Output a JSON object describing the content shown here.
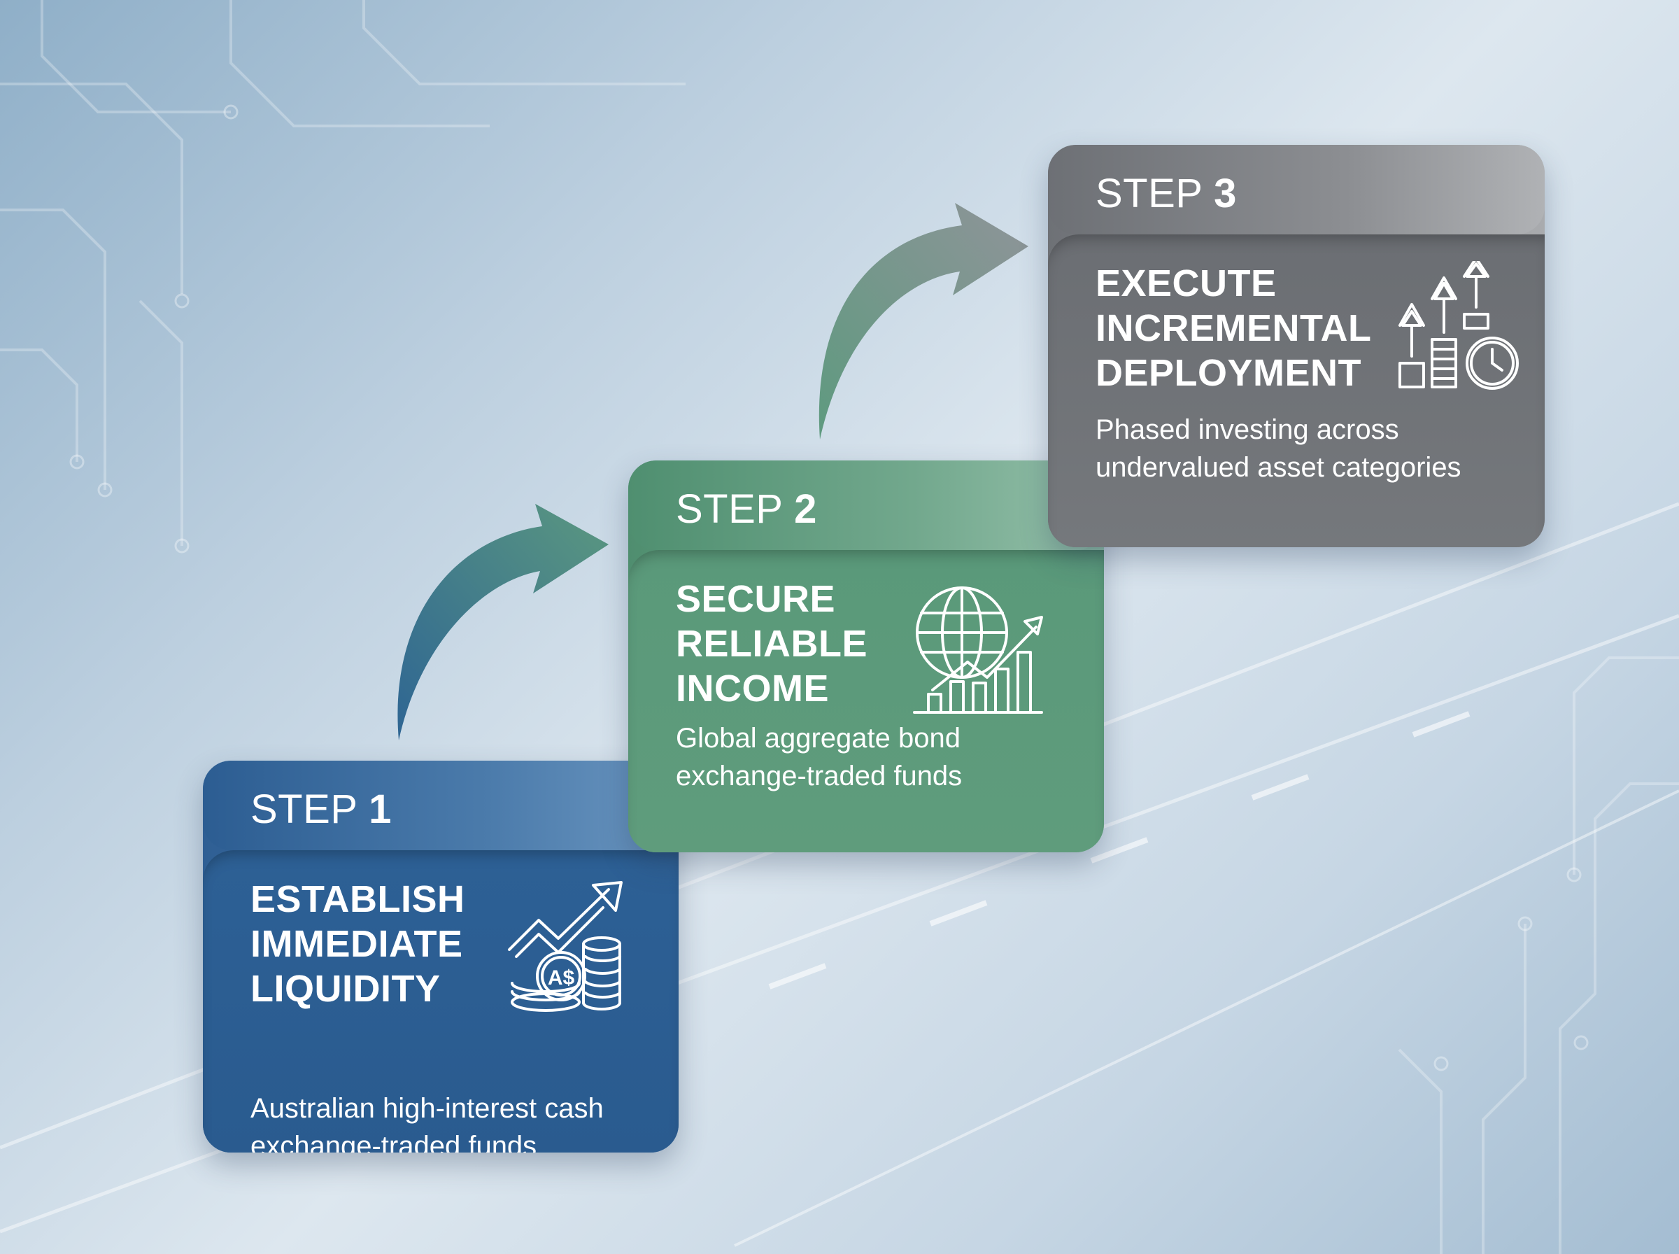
{
  "steps": [
    {
      "label": "STEP",
      "number": "1",
      "title_lines": [
        "ESTABLISH",
        "IMMEDIATE",
        "LIQUIDITY"
      ],
      "desc_lines": [
        "Australian high-interest cash",
        "exchange-traded funds"
      ],
      "icon": "cash-growth-icon",
      "icon_text": "A$",
      "color": "#2d6095"
    },
    {
      "label": "STEP",
      "number": "2",
      "title_lines": [
        "SECURE",
        "RELIABLE",
        "INCOME"
      ],
      "desc_lines": [
        "Global aggregate bond",
        "exchange-traded funds"
      ],
      "icon": "globe-chart-icon",
      "color": "#5a997a"
    },
    {
      "label": "STEP",
      "number": "3",
      "title_lines": [
        "EXECUTE",
        "INCREMENTAL",
        "DEPLOYMENT"
      ],
      "desc_lines": [
        "Phased investing across",
        "undervalued asset categories"
      ],
      "icon": "incremental-growth-clock-icon",
      "color": "#6b6e73"
    }
  ]
}
